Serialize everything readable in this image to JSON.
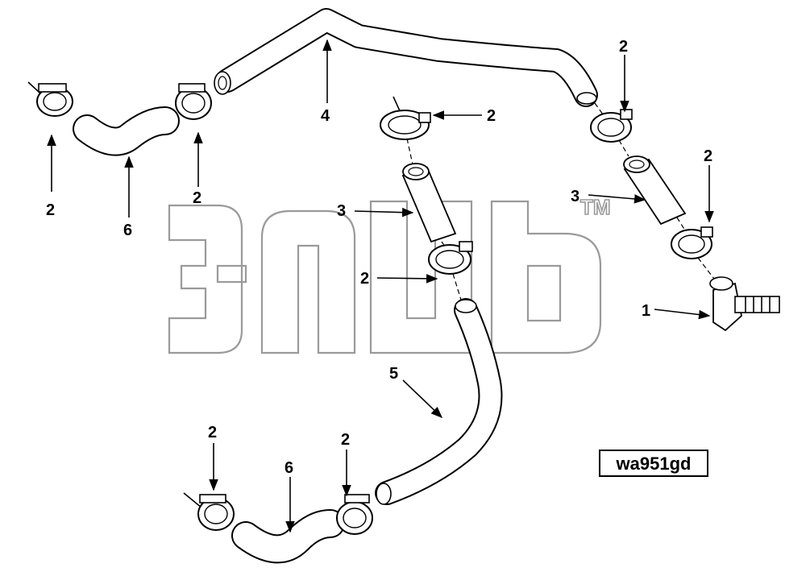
{
  "watermark": {
    "trademark": "TM"
  },
  "figure_code": "wa951gd",
  "callouts": [
    {
      "id": "label-1",
      "text": "1"
    },
    {
      "id": "label-2a",
      "text": "2"
    },
    {
      "id": "label-2b",
      "text": "2"
    },
    {
      "id": "label-2c",
      "text": "2"
    },
    {
      "id": "label-2d",
      "text": "2"
    },
    {
      "id": "label-2e",
      "text": "2"
    },
    {
      "id": "label-2f",
      "text": "2"
    },
    {
      "id": "label-2g",
      "text": "2"
    },
    {
      "id": "label-2h",
      "text": "2"
    },
    {
      "id": "label-3a",
      "text": "3"
    },
    {
      "id": "label-3b",
      "text": "3"
    },
    {
      "id": "label-4",
      "text": "4"
    },
    {
      "id": "label-5",
      "text": "5"
    },
    {
      "id": "label-6a",
      "text": "6"
    },
    {
      "id": "label-6b",
      "text": "6"
    }
  ]
}
